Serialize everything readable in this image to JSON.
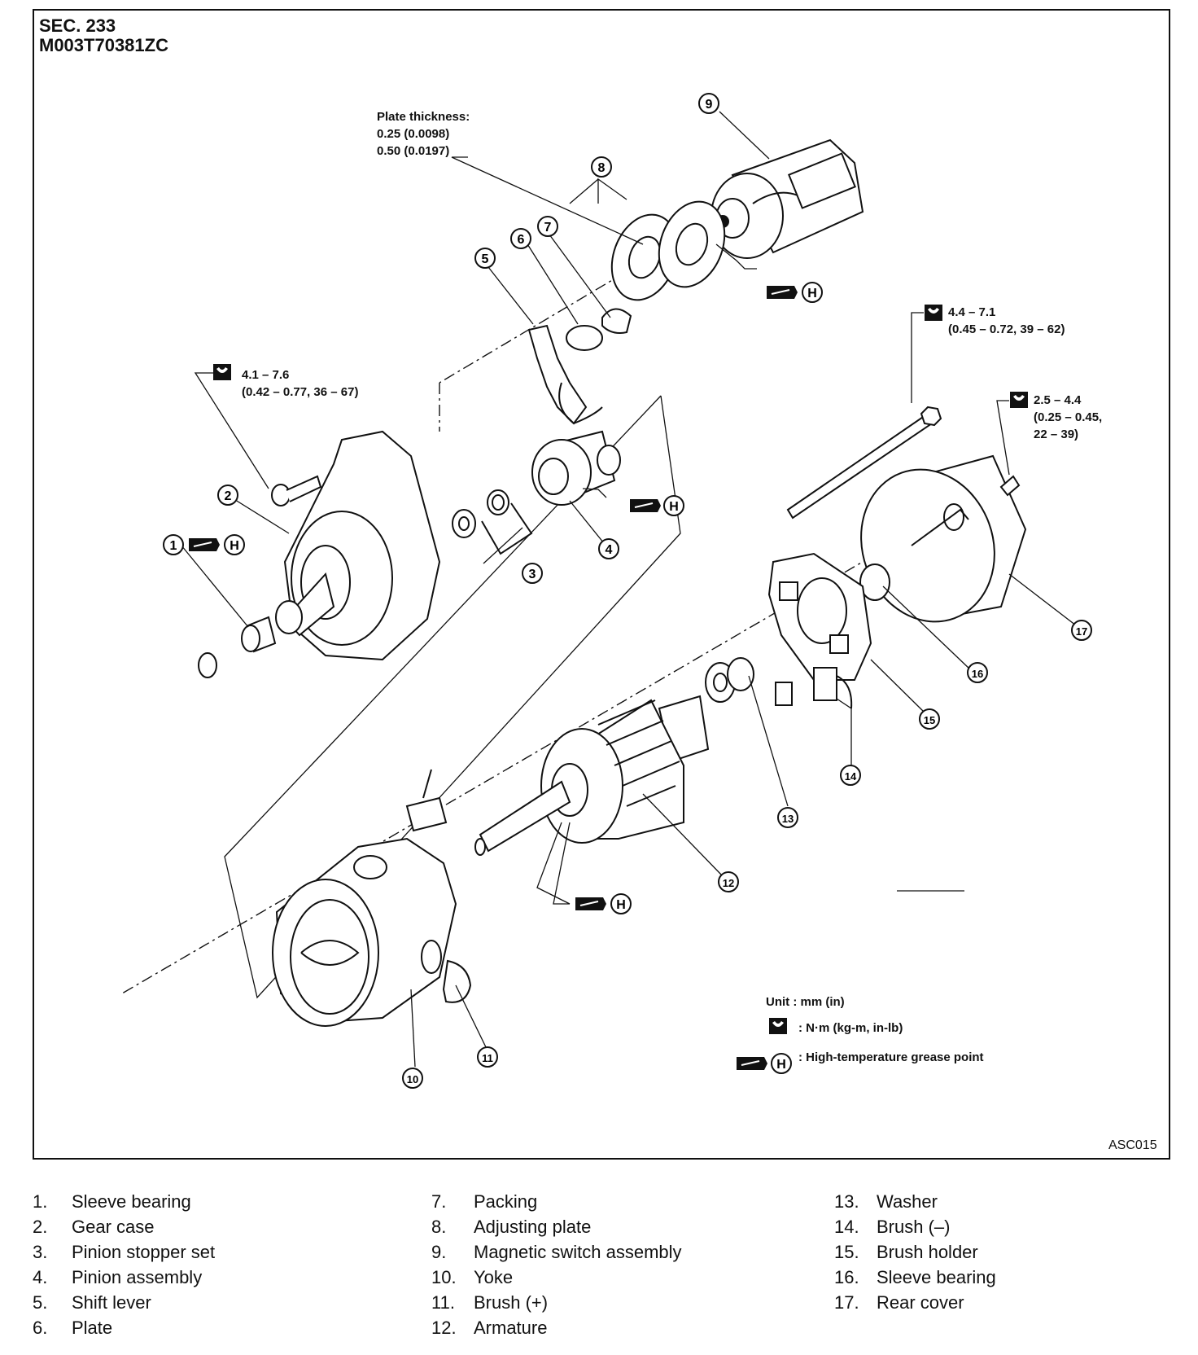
{
  "header": {
    "section": "SEC. 233",
    "code": "M003T70381ZC"
  },
  "figure_code": "ASC015",
  "notes": {
    "plate_thickness": [
      "Plate thickness:",
      "0.25 (0.0098)",
      "0.50 (0.0197)"
    ],
    "torque_gear_case": [
      "4.1 – 7.6",
      "(0.42 – 0.77, 36 – 67)"
    ],
    "torque_through_bolt": [
      "4.4 – 7.1",
      "(0.45 – 0.72, 39 – 62)"
    ],
    "torque_rear_cover": [
      "2.5 – 4.4",
      "(0.25 – 0.45,",
      "22 – 39)"
    ]
  },
  "legend": {
    "unit": "Unit : mm (in)",
    "torque": ": N·m (kg-m, in-lb)",
    "grease": ": High-temperature grease point",
    "grease_letter": "H"
  },
  "callouts": [
    "1",
    "2",
    "3",
    "4",
    "5",
    "6",
    "7",
    "8",
    "9",
    "10",
    "11",
    "12",
    "13",
    "14",
    "15",
    "16",
    "17"
  ],
  "parts": [
    {
      "num": "1.",
      "name": "Sleeve bearing"
    },
    {
      "num": "2.",
      "name": "Gear case"
    },
    {
      "num": "3.",
      "name": "Pinion stopper set"
    },
    {
      "num": "4.",
      "name": "Pinion assembly"
    },
    {
      "num": "5.",
      "name": "Shift lever"
    },
    {
      "num": "6.",
      "name": "Plate"
    },
    {
      "num": "7.",
      "name": "Packing"
    },
    {
      "num": "8.",
      "name": "Adjusting plate"
    },
    {
      "num": "9.",
      "name": "Magnetic switch assembly"
    },
    {
      "num": "10.",
      "name": "Yoke"
    },
    {
      "num": "11.",
      "name": "Brush (+)"
    },
    {
      "num": "12.",
      "name": "Armature"
    },
    {
      "num": "13.",
      "name": "Washer"
    },
    {
      "num": "14.",
      "name": "Brush (–)"
    },
    {
      "num": "15.",
      "name": "Brush holder"
    },
    {
      "num": "16.",
      "name": "Sleeve bearing"
    },
    {
      "num": "17.",
      "name": "Rear cover"
    }
  ]
}
